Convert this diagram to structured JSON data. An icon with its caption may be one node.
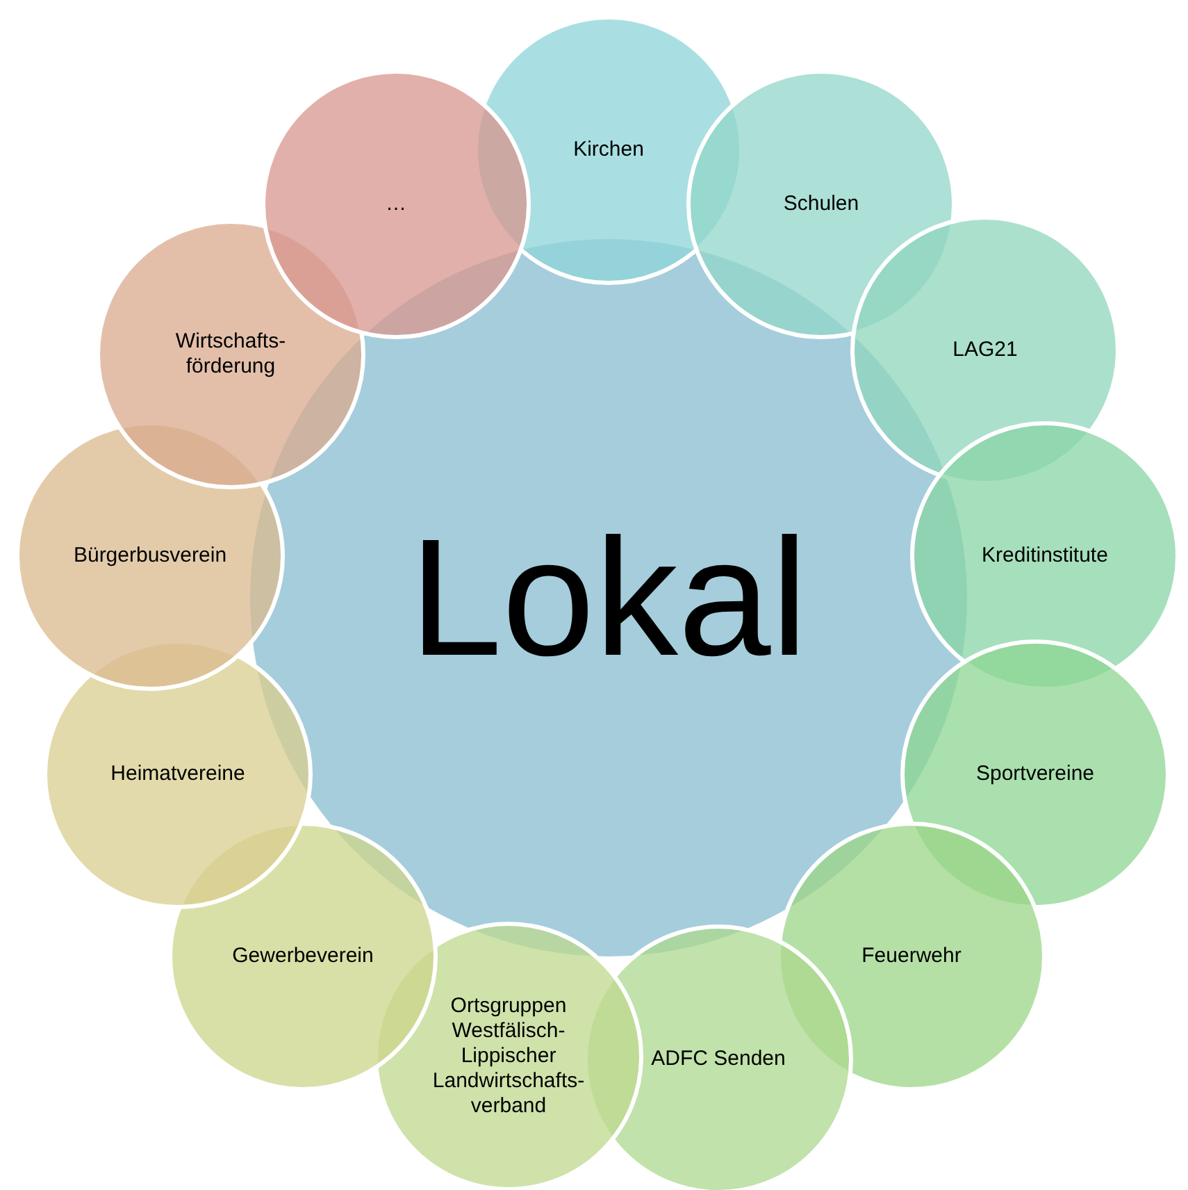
{
  "diagram": {
    "nodes": [
      {
        "text": [
          "Lokal"
        ]
      },
      {
        "text": [
          "Kirchen"
        ]
      },
      {
        "text": [
          "Schulen"
        ]
      },
      {
        "text": [
          "LAG21"
        ]
      },
      {
        "text": [
          "Kreditinstitute"
        ]
      },
      {
        "text": [
          "Sportvereine"
        ]
      },
      {
        "text": [
          "Feuerwehr"
        ]
      },
      {
        "text": [
          "ADFC Senden"
        ]
      },
      {
        "text": [
          "Ortsgruppen Westfälisch- Lippischer Landwirtschafts- verband"
        ]
      },
      {
        "text": [
          "Gewerbeverein"
        ]
      },
      {
        "text": [
          "Heimatvereine"
        ]
      },
      {
        "text": [
          "Bürgerbusverein"
        ]
      },
      {
        "text": [
          "Wirtschafts- förderung"
        ]
      },
      {
        "text": [
          "…"
        ]
      }
    ]
  }
}
